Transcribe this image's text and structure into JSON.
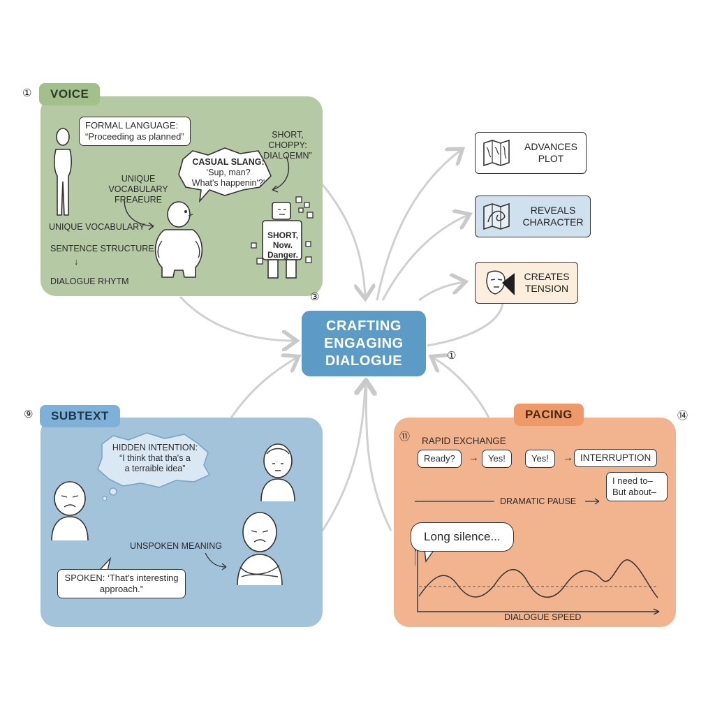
{
  "center": {
    "lines": [
      "CRAFTING",
      "ENGAGING",
      "DIALOGUE"
    ]
  },
  "numbers": {
    "n1": "①",
    "n3": "③",
    "n9": "⑨",
    "n11": "⑪",
    "n14": "⑭",
    "n_center": "①"
  },
  "outcomes": [
    {
      "lines": [
        "ADVANCES",
        "PLOT"
      ],
      "icon": "map-icon",
      "bg": "#ffffff"
    },
    {
      "lines": [
        "REVEALS",
        "CHARACTER"
      ],
      "icon": "map-icon",
      "bg": "#cfe0ee"
    },
    {
      "lines": [
        "CREATES",
        "TENSION"
      ],
      "icon": "face-spotlight-icon",
      "bg": "#fbeedd"
    }
  ],
  "voice": {
    "title": "VOICE",
    "formal": {
      "line1": "FORMAL LANGUAGE:",
      "line2": "“Proceeding as planned”"
    },
    "casual": {
      "line1": "CASUAL SLANG:",
      "line2": "‘Sup, man?",
      "line3": "What's happenin'?'"
    },
    "short": {
      "line1": "SHORT, CHOPPY:",
      "line2": "DIALOEMN”"
    },
    "robot": {
      "line1": "SHORT,",
      "line2": "Now.",
      "line3": "Danger."
    },
    "vocab_freq": {
      "line1": "UNIQUE VOCABULARY",
      "line2": "FREAEURE"
    },
    "vocab": "UNIQUE VOCABULARY",
    "sentence": "SENTENCE STRUCTURE",
    "rhythm": "DIALOGUE RHYTM",
    "down_arrow": "↓"
  },
  "subtext": {
    "title": "SUBTEXT",
    "hidden": {
      "line1": "HIDDEN INTENTION:",
      "line2": "“I think that tha's a",
      "line3": "a terraible idea”"
    },
    "unspoken": "UNSPOKEN MEANING",
    "spoken": {
      "line1": "SPOKEN: ‘That's interesting",
      "line2": "approach.”"
    }
  },
  "pacing": {
    "title": "PACING",
    "rapid": "RAPID EXCHANGE",
    "b1": "Ready?",
    "b2": "Yes!",
    "b3": "Yes!",
    "interruption": "INTERRUPTION",
    "need": {
      "line1": "I need to–",
      "line2": "But about–"
    },
    "pause": "DRAMATIC PAUSE",
    "silence": "Long silence...",
    "speed": "DIALOGUE SPEED"
  },
  "colors": {
    "voice": "#b5c9a5",
    "subtext": "#a3c3db",
    "pacing": "#f2b38f",
    "center": "#5d9bc7",
    "arrow": "#cfcfcf"
  }
}
